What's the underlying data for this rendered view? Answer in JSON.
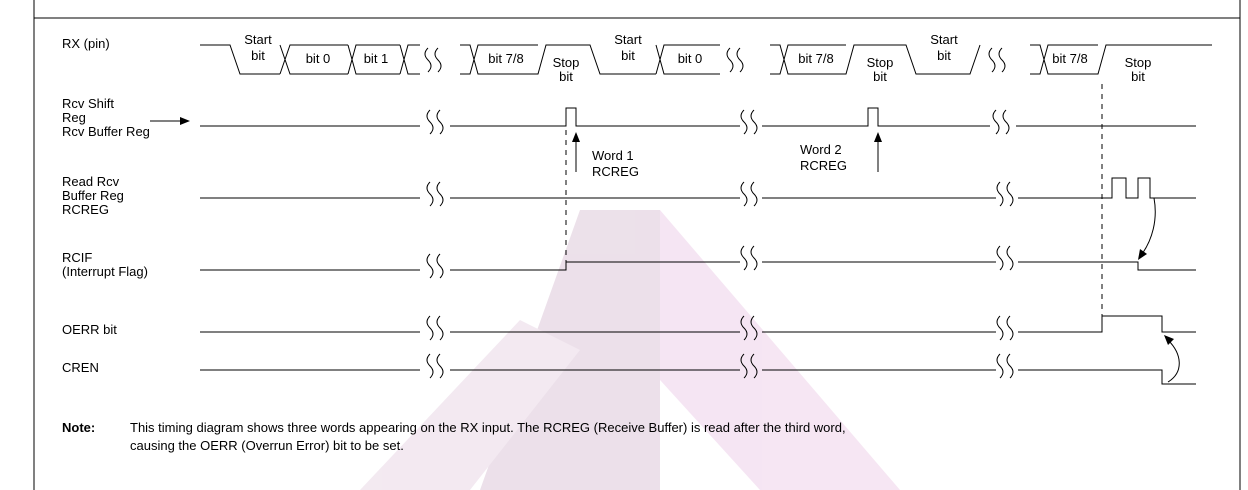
{
  "signals": {
    "rx": "RX (pin)",
    "rcv_shift_1": "Rcv Shift",
    "rcv_shift_2": "Reg",
    "rcv_buffer": "Rcv Buffer Reg",
    "read_1": "Read Rcv",
    "read_2": "Buffer Reg",
    "read_3": "RCREG",
    "rcif_1": "RCIF",
    "rcif_2": "(Interrupt Flag)",
    "oerr": "OERR bit",
    "cren": "CREN"
  },
  "rx_labels": {
    "start": "Start",
    "bit": "bit",
    "bit0": "bit 0",
    "bit1": "bit 1",
    "bit78": "bit 7/8",
    "stop": "Stop"
  },
  "annotations": {
    "word1_a": "Word 1",
    "word1_b": "RCREG",
    "word2_a": "Word 2",
    "word2_b": "RCREG"
  },
  "note": {
    "label": "Note:",
    "line1": "This timing diagram shows three words appearing on the RX input. The RCREG (Receive Buffer) is read after the third word,",
    "line2": "causing the OERR (Overrun Error) bit to be set."
  },
  "colors": {
    "ink": "#000000",
    "watermark": "#c090b8"
  }
}
